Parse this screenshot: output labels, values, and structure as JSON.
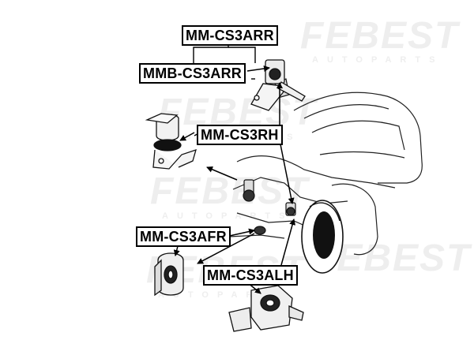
{
  "watermark": {
    "brand": "FEBEST",
    "tagline": "AUTOPARTS"
  },
  "labels": {
    "mm_cs3arr": "MM-CS3ARR",
    "mmb_cs3arr": "MMB-CS3ARR",
    "mm_cs3rh": "MM-CS3RH",
    "mm_cs3afr": "MM-CS3AFR",
    "mm_cs3alh": "MM-CS3ALH"
  }
}
